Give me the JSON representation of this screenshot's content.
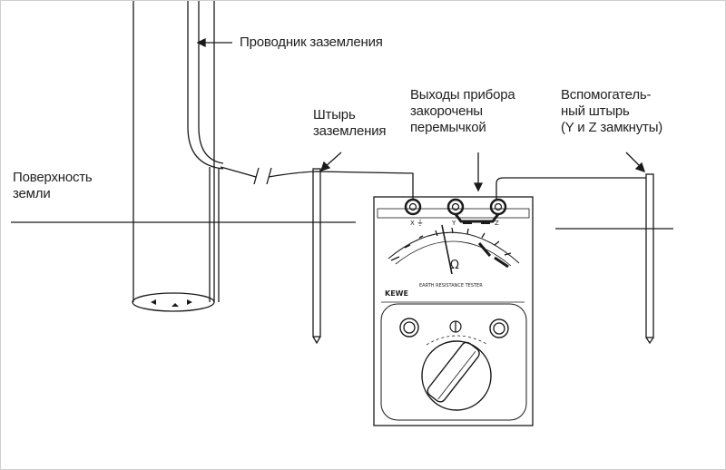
{
  "labels": {
    "conductor": "Проводник заземления",
    "ground_surface": [
      "Поверхность",
      "земли"
    ],
    "ground_rod": [
      "Штырь",
      "заземления"
    ],
    "shorted_outputs": [
      "Выходы прибора",
      "закорочены",
      "перемычкой"
    ],
    "aux_rod": [
      "Вспомогатель-",
      "ный штырь",
      "(Y и Z замкнуты)"
    ]
  },
  "device": {
    "brand": "KEWE",
    "model_caption": "EARTH RESISTANCE TESTER",
    "terminals": [
      "X",
      "Y",
      "Z"
    ],
    "meter_symbol": "Ω"
  },
  "icons": [
    "ground-symbol-icon",
    "knob-icon",
    "push-button-icon"
  ]
}
